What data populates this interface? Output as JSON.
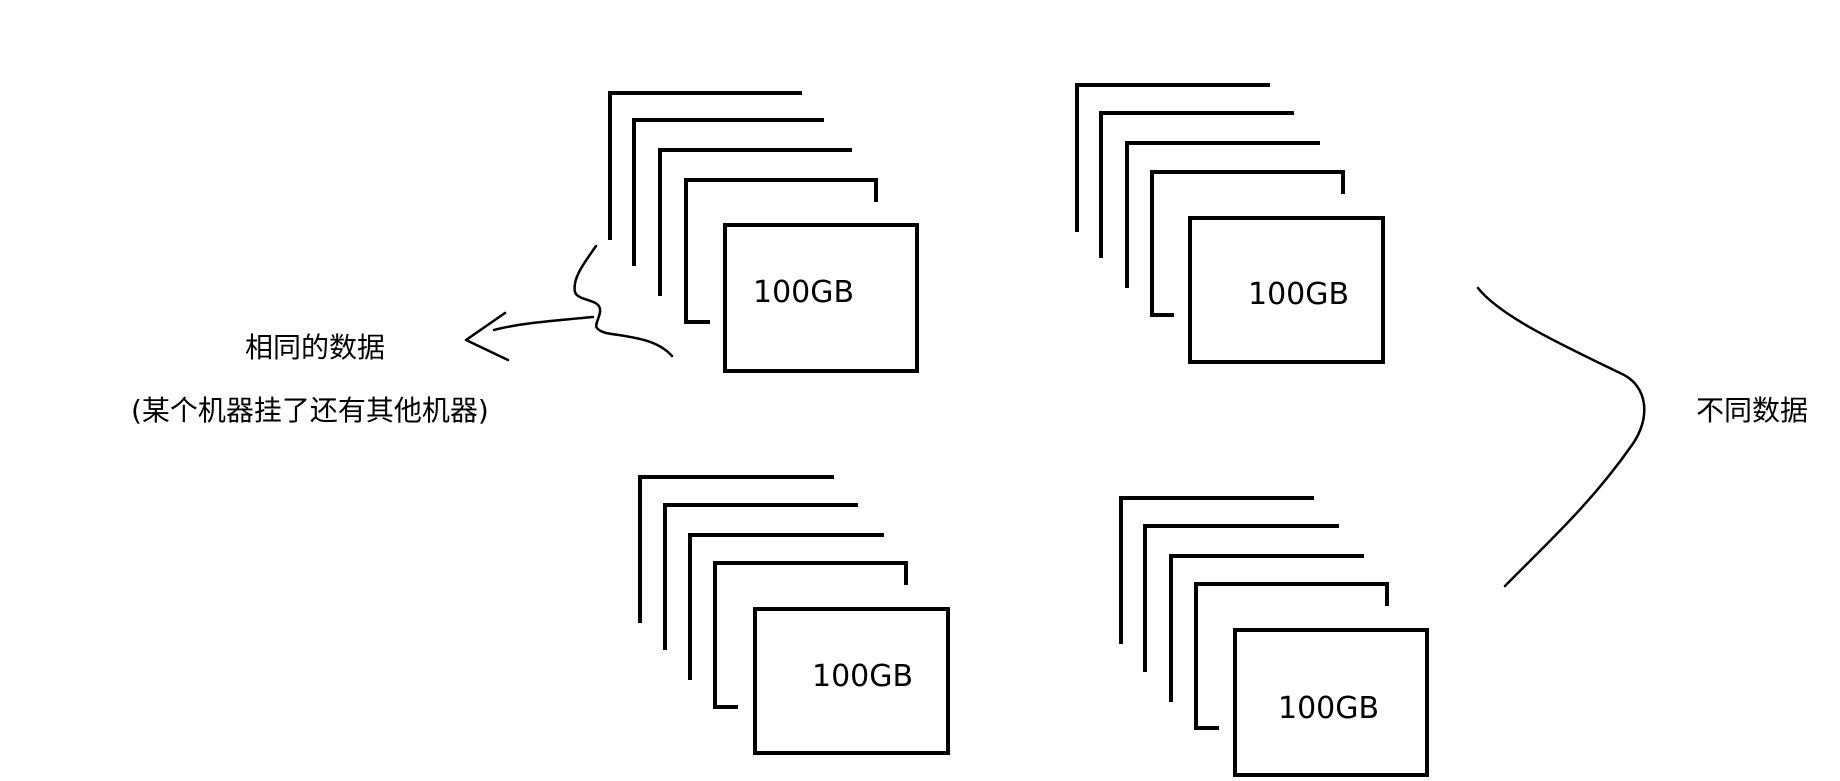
{
  "stacks": [
    {
      "id": "top-left",
      "label": "100GB"
    },
    {
      "id": "top-right",
      "label": "100GB"
    },
    {
      "id": "bottom-left",
      "label": "100GB"
    },
    {
      "id": "bottom-right",
      "label": "100GB"
    }
  ],
  "annotations": {
    "same_data": "相同的数据",
    "same_data_note": "(某个机器挂了还有其他机器)",
    "different_data": "不同数据"
  }
}
